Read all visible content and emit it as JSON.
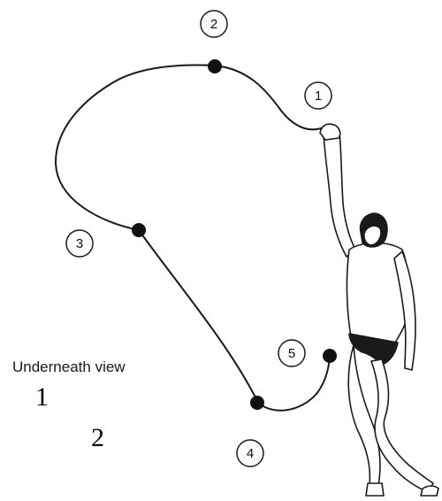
{
  "caption": "Underneath view",
  "sequence_labels": [
    "1",
    "2"
  ],
  "steps": [
    "1",
    "2",
    "3",
    "4",
    "5"
  ],
  "colors": {
    "line": "#1a1a1a",
    "background": "#ffffff"
  }
}
